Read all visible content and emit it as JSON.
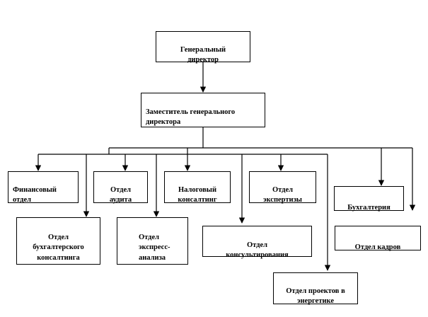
{
  "nodes": {
    "ceo": "Генеральный\nдиректор",
    "deputy": "Заместитель генерального\nдиректора",
    "finance_dept": "Финансовый\nотдел",
    "audit_dept": "Отдел\nаудита",
    "tax_consulting": "Налоговый\nконсалтинг",
    "expertise_dept": "Отдел\nэкспертизы",
    "accounting": "Бухгалтерия",
    "accounting_consulting_dept": "Отдел\nбухгалтерского\nконсалтинга",
    "express_analysis_dept": "Отдел\nэкспресс-\nанализа",
    "consulting_dept": "Отдел\nконсультирования",
    "hr_dept": "Отдел кадров",
    "energy_projects_dept": "Отдел проектов в\nэнергетике"
  },
  "colors": {
    "line": "#000000",
    "box_border": "#000000",
    "background": "#ffffff"
  }
}
